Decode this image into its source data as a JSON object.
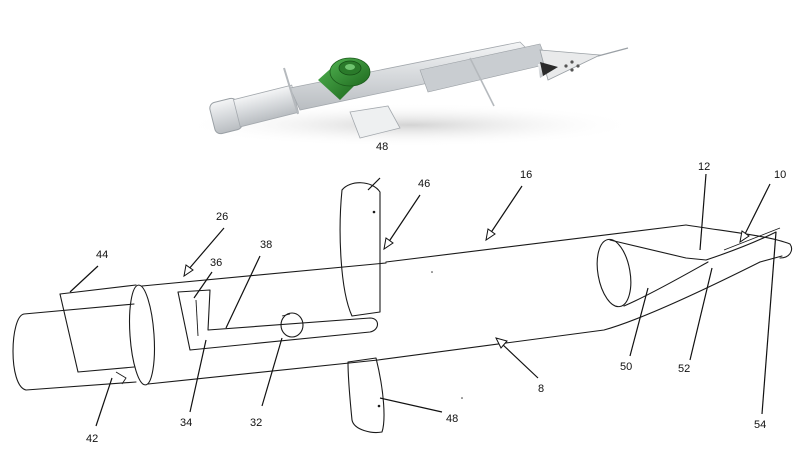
{
  "reference_numerals": [
    "48",
    "46",
    "16",
    "12",
    "10",
    "26",
    "44",
    "36",
    "38",
    "50",
    "52",
    "54",
    "8",
    "32",
    "34",
    "42",
    "48"
  ],
  "colors": {
    "hub": "#2f8a2f",
    "hub_dark": "#1f6a1f",
    "body": "#d9dcde",
    "tip": "#3a3a3a",
    "line": "#1a1a1a"
  }
}
